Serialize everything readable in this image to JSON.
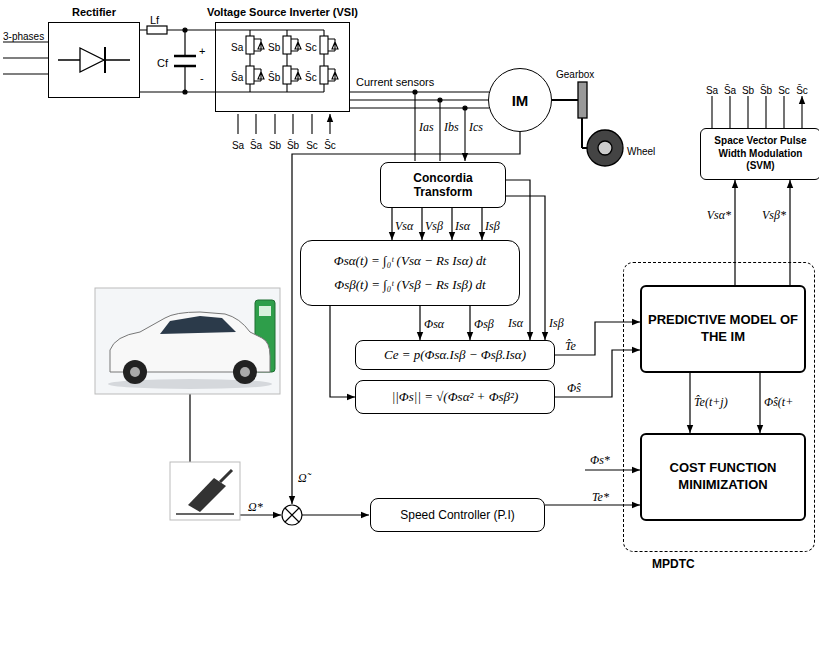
{
  "diagram": {
    "nodes": [
      {
        "text": [
          "Rectifier"
        ]
      },
      {
        "text": [
          "Voltage Source Inverter (VSI)"
        ]
      },
      {
        "text": [
          "IM"
        ]
      },
      {
        "text": [
          "Concordia Transform"
        ]
      },
      {
        "text": [
          "Φsα(t) = ∫₀ᵗ (Vsα − Rs Isα) dt",
          "Φsβ(t) = ∫₀ᵗ (Vsβ − Rs Isβ) dt"
        ]
      },
      {
        "text": [
          "Ce = p(Φsα.Isβ − Φsβ.Isα)"
        ]
      },
      {
        "text": [
          "||Φs|| = √(Φsα² + Φsβ²)"
        ]
      },
      {
        "text": [
          "Speed Controller (P.I)"
        ]
      },
      {
        "text": [
          "Space Vector Pulse Width Modulation (SVM)"
        ]
      },
      {
        "text": [
          "MPDTC"
        ]
      },
      {
        "text": [
          "PREDICTIVE MODEL OF THE IM"
        ],
        "in": 9
      },
      {
        "text": [
          "COST FUNCTION MINIMIZATION"
        ],
        "in": 9
      }
    ],
    "edges": [
      {
        "from": 0,
        "to": 1,
        "arrow": "none"
      },
      {
        "from": 1,
        "to": 2,
        "arrow": "none"
      },
      {
        "from": 1,
        "to": 2,
        "arrow": "none"
      },
      {
        "from": 1,
        "to": 2,
        "arrow": "none"
      },
      {
        "from": 3,
        "to": 4,
        "arrow": "to",
        "label": "Vsα"
      },
      {
        "from": 3,
        "to": 4,
        "arrow": "to",
        "label": "Vsβ"
      },
      {
        "from": 3,
        "to": 4,
        "arrow": "to",
        "label": "Isα"
      },
      {
        "from": 3,
        "to": 4,
        "arrow": "to",
        "label": "Isβ"
      },
      {
        "from": 4,
        "to": 5,
        "arrow": "to",
        "label": "Φsα"
      },
      {
        "from": 4,
        "to": 5,
        "arrow": "to",
        "label": "Φsβ"
      },
      {
        "from": 3,
        "to": 5,
        "arrow": "to",
        "label": "Isα"
      },
      {
        "from": 3,
        "to": 5,
        "arrow": "to",
        "label": "Isβ"
      },
      {
        "from": 4,
        "to": 6,
        "arrow": "to"
      },
      {
        "from": 5,
        "to": 10,
        "arrow": "to",
        "label": "T̂e"
      },
      {
        "from": 6,
        "to": 10,
        "arrow": "to",
        "label": "Φ̂s"
      },
      {
        "from": 7,
        "to": 11,
        "arrow": "to",
        "label": "Te*"
      },
      {
        "from": 10,
        "to": 11,
        "arrow": "to",
        "label": "T̂e(t+j)"
      },
      {
        "from": 10,
        "to": 11,
        "arrow": "to",
        "label": "Φ̂s(t+"
      },
      {
        "from": 10,
        "to": 8,
        "arrow": "to",
        "label": "Vsα*"
      },
      {
        "from": 10,
        "to": 8,
        "arrow": "to",
        "label": "Vsβ*"
      }
    ],
    "labels": [
      "3-phases",
      "Lf",
      "Cf",
      "+",
      "-",
      "Sa",
      "S̄a",
      "Sb",
      "S̄b",
      "Sc",
      "S̄c",
      "Current sensors",
      "Ias",
      "Ibs",
      "Ics",
      "Gearbox",
      "Wheel",
      "Sa",
      "S̄a",
      "Sb",
      "S̄b",
      "Sc",
      "S̄c",
      "Sa",
      "S̄a",
      "Sb",
      "S̄b",
      "Sc",
      "S̄c",
      "Ω*",
      "Ω̃",
      "Φs*"
    ]
  }
}
